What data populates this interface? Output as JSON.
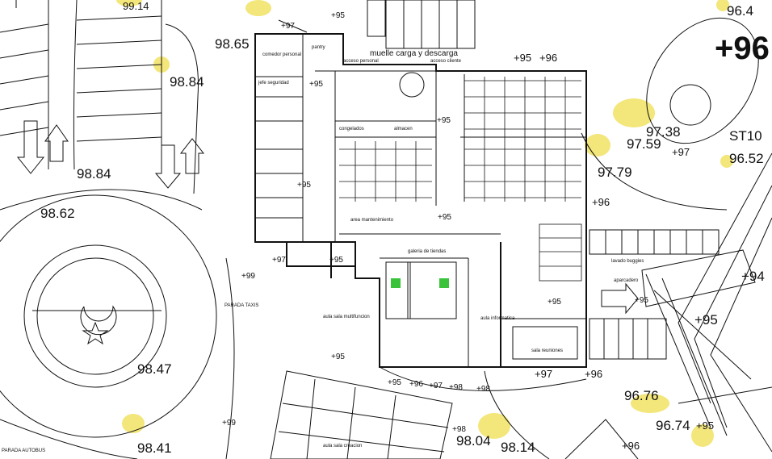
{
  "spot_levels": {
    "l_9914": "99.14",
    "l_9865": "98.65",
    "l_9884a": "98.84",
    "l_9884b": "98.84",
    "l_9862": "98.62",
    "l_9847": "98.47",
    "l_9841": "98.41",
    "l_9804": "98.04",
    "l_9814": "98.14",
    "l_964": "96.4",
    "l_96big": "+96",
    "l_9738": "97.38",
    "l_9759": "97.59",
    "l_9779": "97.79",
    "l_9652": "96.52",
    "l_9676": "96.76",
    "l_9674": "96.74",
    "l_st10": "ST10"
  },
  "level_marks": {
    "m_95a": "+95",
    "m_97a": "+97",
    "m_95b": "+95",
    "m_96a": "+96",
    "m_95c": "+95",
    "m_95d": "+95",
    "m_95e": "+95",
    "m_95f": "+95",
    "m_96b": "+96",
    "m_97b": "+97",
    "m_95g": "+95",
    "m_97c": "+97",
    "m_99a": "+99",
    "m_95h": "+95",
    "m_95i": "+95",
    "m_97d": "+97",
    "m_96c": "+96",
    "m_95j": "+95",
    "m_96d": "+96",
    "m_97e": "+97",
    "m_98a": "+98",
    "m_98b": "+98",
    "m_98c": "+98",
    "m_99b": "+99",
    "m_94": "+94",
    "m_95k": "+95",
    "m_95l": "+95",
    "m_96e": "+96",
    "m_95m": "+95"
  },
  "rooms": {
    "muelle": "muelle carga y descarga",
    "acceso_personal": "acceso personal",
    "acceso_cliente": "acceso cliente",
    "pantry": "pantry",
    "jefe_seguridad": "jefe seguridad",
    "area_mantenimiento": "area mantenimiento",
    "comedor": "comedor personal",
    "congelados": "congelados",
    "almacen": "almacen",
    "galeria_tiendas": "galeria de tiendas",
    "parada_taxis": "PARADA TAXIS",
    "parada_autobus": "PARADA AUTOBUS",
    "lavado_buggies": "lavado buggies",
    "aparcadero": "aparcadero",
    "aula_informatica": "aula informatica",
    "sala_reuniones": "sala reuniones",
    "aula_sala": "aula sala multifuncion",
    "aula_sur": "aula sala creacion"
  }
}
